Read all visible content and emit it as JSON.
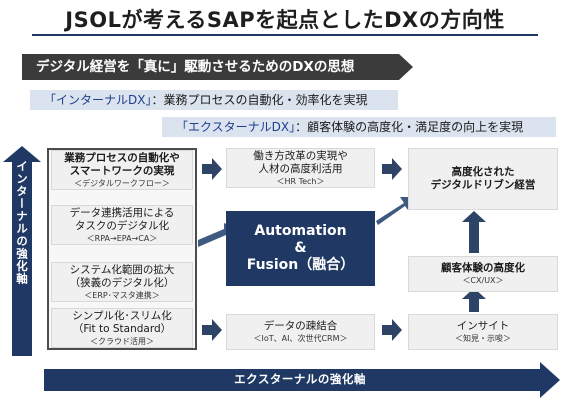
{
  "title": "JSOLが考えるSAPを起点としたDXの方向性",
  "subtitle": "デジタル経営を「真に」駆動させるためのDXの思想",
  "bands": {
    "internal": {
      "quoted": "「インターナルDX」",
      "text": "：業務プロセスの自動化・効率化を実現"
    },
    "external": {
      "quoted": "「エクスターナルDX」",
      "text": "：顧客体験の高度化・満足度の向上を実現"
    }
  },
  "left_boxes": [
    {
      "lines": [
        "業務プロセスの自動化や",
        "スマートワークの実現"
      ],
      "note": "＜デジタルワークフロー＞"
    },
    {
      "lines": [
        "データ連携活用による",
        "タスクのデジタル化"
      ],
      "note": "＜RPA→EPA→CA＞"
    },
    {
      "lines": [
        "システム化範囲の拡大",
        "（狭義のデジタル化）"
      ],
      "note": "＜ERP･マスタ連携＞"
    },
    {
      "lines": [
        "シンプル化･スリム化",
        "（Fit to Standard）"
      ],
      "note": "＜クラウド活用＞"
    }
  ],
  "middle_boxes": [
    {
      "lines": [
        "働き方改革の実現や",
        "人材の高度利活用"
      ],
      "note": "＜HR Tech＞"
    },
    {
      "lines": [
        "データの疎結合"
      ],
      "note": "＜IoT、AI、次世代CRM＞"
    }
  ],
  "center": {
    "line1": "Automation",
    "line2": "&",
    "line3": "Fusion（融合）"
  },
  "right_boxes": [
    {
      "lines": [
        "高度化された",
        "デジタルドリブン経営"
      ],
      "note": ""
    },
    {
      "lines": [
        "顧客体験の高度化"
      ],
      "note": "＜CX/UX＞"
    },
    {
      "lines": [
        "インサイト"
      ],
      "note": "＜知見・示唆＞"
    }
  ],
  "axes": {
    "vertical": "インターナルの強化軸",
    "horizontal": "エクスターナルの強化軸"
  },
  "colors": {
    "navy": "#1f3864",
    "steel": "#3e5a80",
    "band": "#dbe3ef",
    "box": "#f0f0f0",
    "dark": "#3b3b3b"
  }
}
